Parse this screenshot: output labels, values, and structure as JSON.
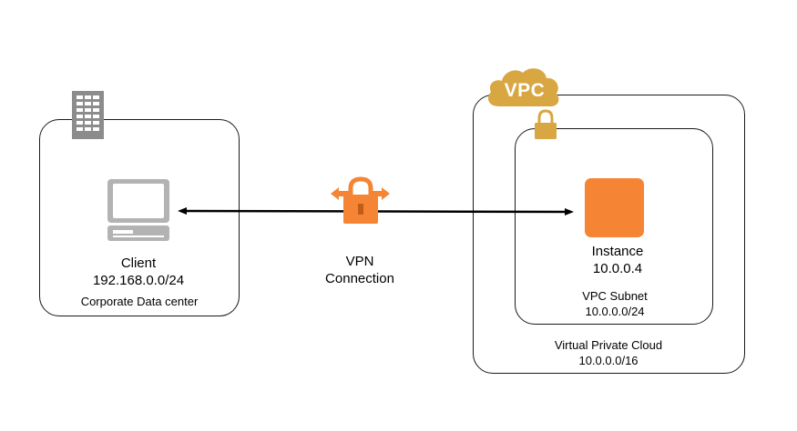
{
  "corporate": {
    "client_name": "Client",
    "client_cidr": "192.168.0.0/24",
    "container_label": "Corporate Data center"
  },
  "connection": {
    "line1": "VPN",
    "line2": "Connection"
  },
  "vpc": {
    "badge": "VPC",
    "label": "Virtual Private Cloud",
    "cidr": "10.0.0.0/16",
    "subnet": {
      "label": "VPC Subnet",
      "cidr": "10.0.0.0/24"
    },
    "instance": {
      "name": "Instance",
      "ip": "10.0.0.4"
    }
  },
  "colors": {
    "orange": "#f58534",
    "gold": "#d9a741",
    "gray": "#a9a9a9",
    "line": "#000000"
  },
  "icons": {
    "building": "building-icon",
    "client": "computer-icon",
    "vpn": "vpn-gateway-icon",
    "vpc": "vpc-cloud-icon",
    "subnet": "lock-icon",
    "instance": "instance-icon"
  }
}
